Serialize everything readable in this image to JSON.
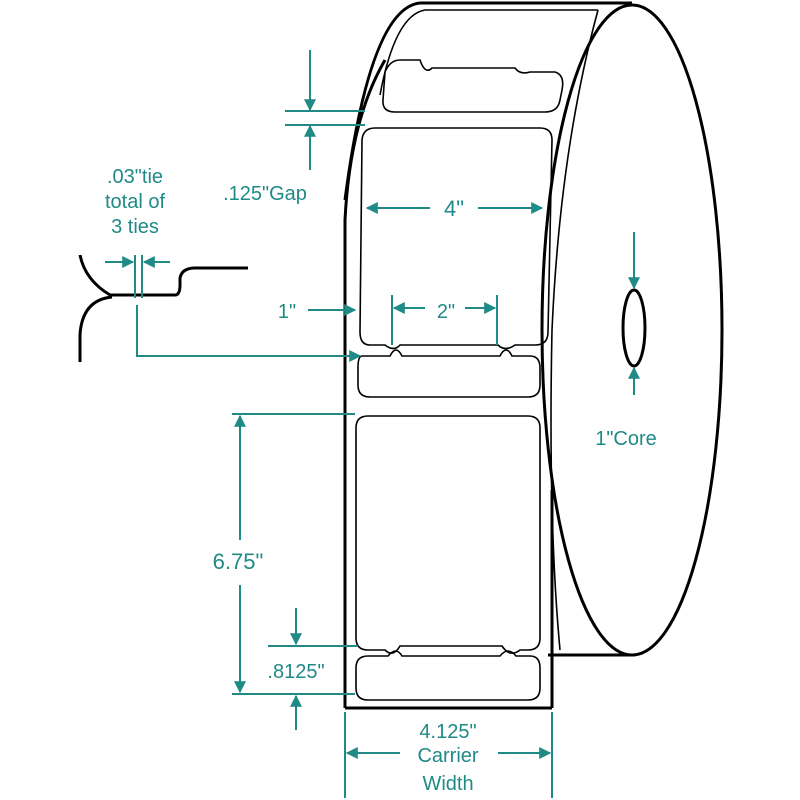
{
  "labels": {
    "tie_line1": ".03\"tie",
    "tie_line2": "total of",
    "tie_line3": "3 ties",
    "gap": ".125\"Gap",
    "label_width": "4\"",
    "offset_1": "1\"",
    "notch_width": "2\"",
    "core": "1\"Core",
    "label_height": "6.75\"",
    "notch_depth": ".8125\"",
    "carrier_width": "4.125\"",
    "carrier_line2": "Carrier",
    "carrier_line3": "Width"
  },
  "colors": {
    "dimension": "#1f8a86",
    "outline": "#000000",
    "background": "#ffffff"
  }
}
